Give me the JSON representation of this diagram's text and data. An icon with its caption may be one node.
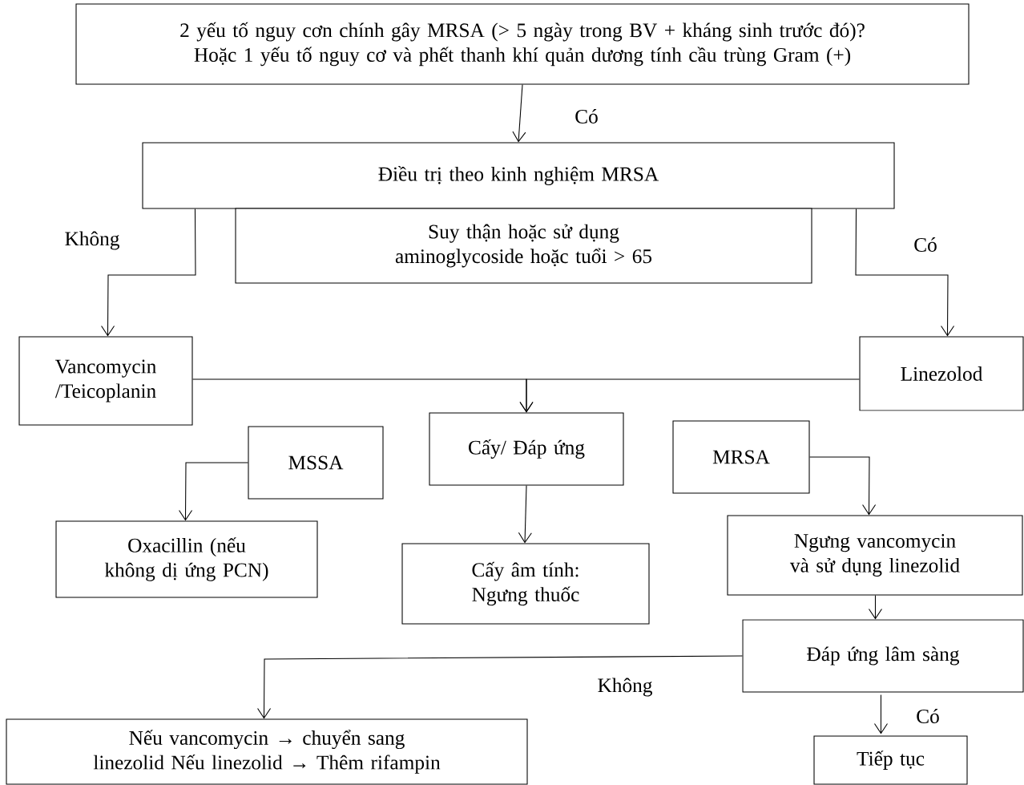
{
  "diagram": {
    "nodes": [
      {
        "text": [
          "2 yếu tố nguy cơn chính gây MRSA (> 5 ngày trong BV + kháng sinh trước đó)? Hoặc 1 yếu tố nguy cơ và phết thanh khí quản dương tính cầu trùng Gram (+)"
        ]
      },
      {
        "text": [
          "Điều trị theo kinh nghiệm MRSA"
        ]
      },
      {
        "text": [
          "Suy thận hoặc sử dụng aminoglycoside hoặc tuổi > 65"
        ]
      },
      {
        "text": [
          "Vancomycin /Teicoplanin"
        ]
      },
      {
        "text": [
          "Linezolod"
        ]
      },
      {
        "text": [
          "MSSA"
        ]
      },
      {
        "text": [
          "Cấy/ Đáp ứng"
        ]
      },
      {
        "text": [
          "MRSA"
        ]
      },
      {
        "text": [
          "Oxacillin (nếu không dị ứng PCN)"
        ]
      },
      {
        "text": [
          "Cấy âm tính: Ngưng thuốc"
        ]
      },
      {
        "text": [
          "Ngưng vancomycin và sử dụng linezolid"
        ]
      },
      {
        "text": [
          "Đáp ứng lâm sàng"
        ]
      },
      {
        "text": [
          "Nếu vancomycin → chuyển sang linezolid Nếu linezolid → Thêm rifampin"
        ]
      },
      {
        "text": [
          "Tiếp tục"
        ]
      }
    ],
    "edges": [
      {
        "from": 0,
        "to": 1,
        "arrow": "to",
        "label": "Có"
      },
      {
        "from": 1,
        "to": 3,
        "arrow": "to",
        "label": "Không"
      },
      {
        "from": 1,
        "to": 4,
        "arrow": "to",
        "label": "Có"
      },
      {
        "from": 3,
        "to": 6,
        "arrow": "to"
      },
      {
        "from": 4,
        "to": 6,
        "arrow": "to"
      },
      {
        "from": 5,
        "to": 8,
        "arrow": "to"
      },
      {
        "from": 6,
        "to": 9,
        "arrow": "to"
      },
      {
        "from": 7,
        "to": 10,
        "arrow": "to"
      },
      {
        "from": 10,
        "to": 11,
        "arrow": "to"
      },
      {
        "from": 11,
        "to": 12,
        "arrow": "to",
        "label": "Không"
      },
      {
        "from": 11,
        "to": 13,
        "arrow": "to",
        "label": "Có"
      }
    ]
  }
}
